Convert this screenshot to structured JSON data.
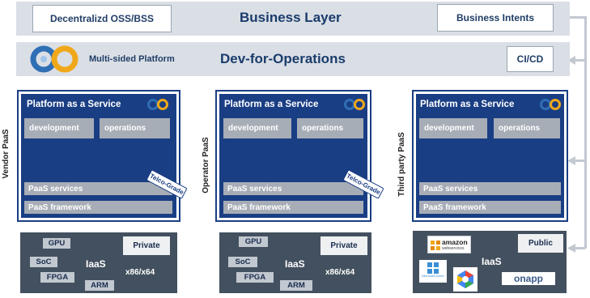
{
  "business": {
    "left_box": "Decentralizd OSS/BSS",
    "title": "Business Layer",
    "right_box": "Business Intents"
  },
  "devops": {
    "platform_label": "Multi-sided Platform",
    "title": "Dev-for-Operations",
    "right_box": "CI/CD"
  },
  "platforms": [
    {
      "side_label": "Vendor PaaS",
      "title": "Platform as a Service",
      "dev": "development",
      "ops": "operations",
      "services": "PaaS services",
      "framework": "PaaS framework",
      "badge": "Telco-Grade"
    },
    {
      "side_label": "Operator PaaS",
      "title": "Platform as a Service",
      "dev": "development",
      "ops": "operations",
      "services": "PaaS services",
      "framework": "PaaS framework",
      "badge": "Telco-Grade"
    },
    {
      "side_label": "Third party PaaS",
      "title": "Platform as a Service",
      "dev": "development",
      "ops": "operations",
      "services": "PaaS services",
      "framework": "PaaS framework"
    }
  ],
  "iaas": [
    {
      "label": "IaaS",
      "gpu": "GPU",
      "soc": "SoC",
      "fpga": "FPGA",
      "arm": "ARM",
      "private": "Private",
      "arch": "x86/x64"
    },
    {
      "label": "IaaS",
      "gpu": "GPU",
      "soc": "SoC",
      "fpga": "FPGA",
      "arm": "ARM",
      "private": "Private",
      "arch": "x86/x64"
    },
    {
      "label": "IaaS",
      "public": "Public",
      "amazon": "amazon",
      "amazon_sub": "webservices",
      "azure": "Microsoft Azure",
      "onapp": "onapp"
    }
  ],
  "colors": {
    "platform_blue": "#1a3e84",
    "band_gray": "#dadfe6",
    "iaas_dark": "#43505f",
    "infinity_blue": "#2f6fb5",
    "infinity_orange": "#f0a81a"
  }
}
